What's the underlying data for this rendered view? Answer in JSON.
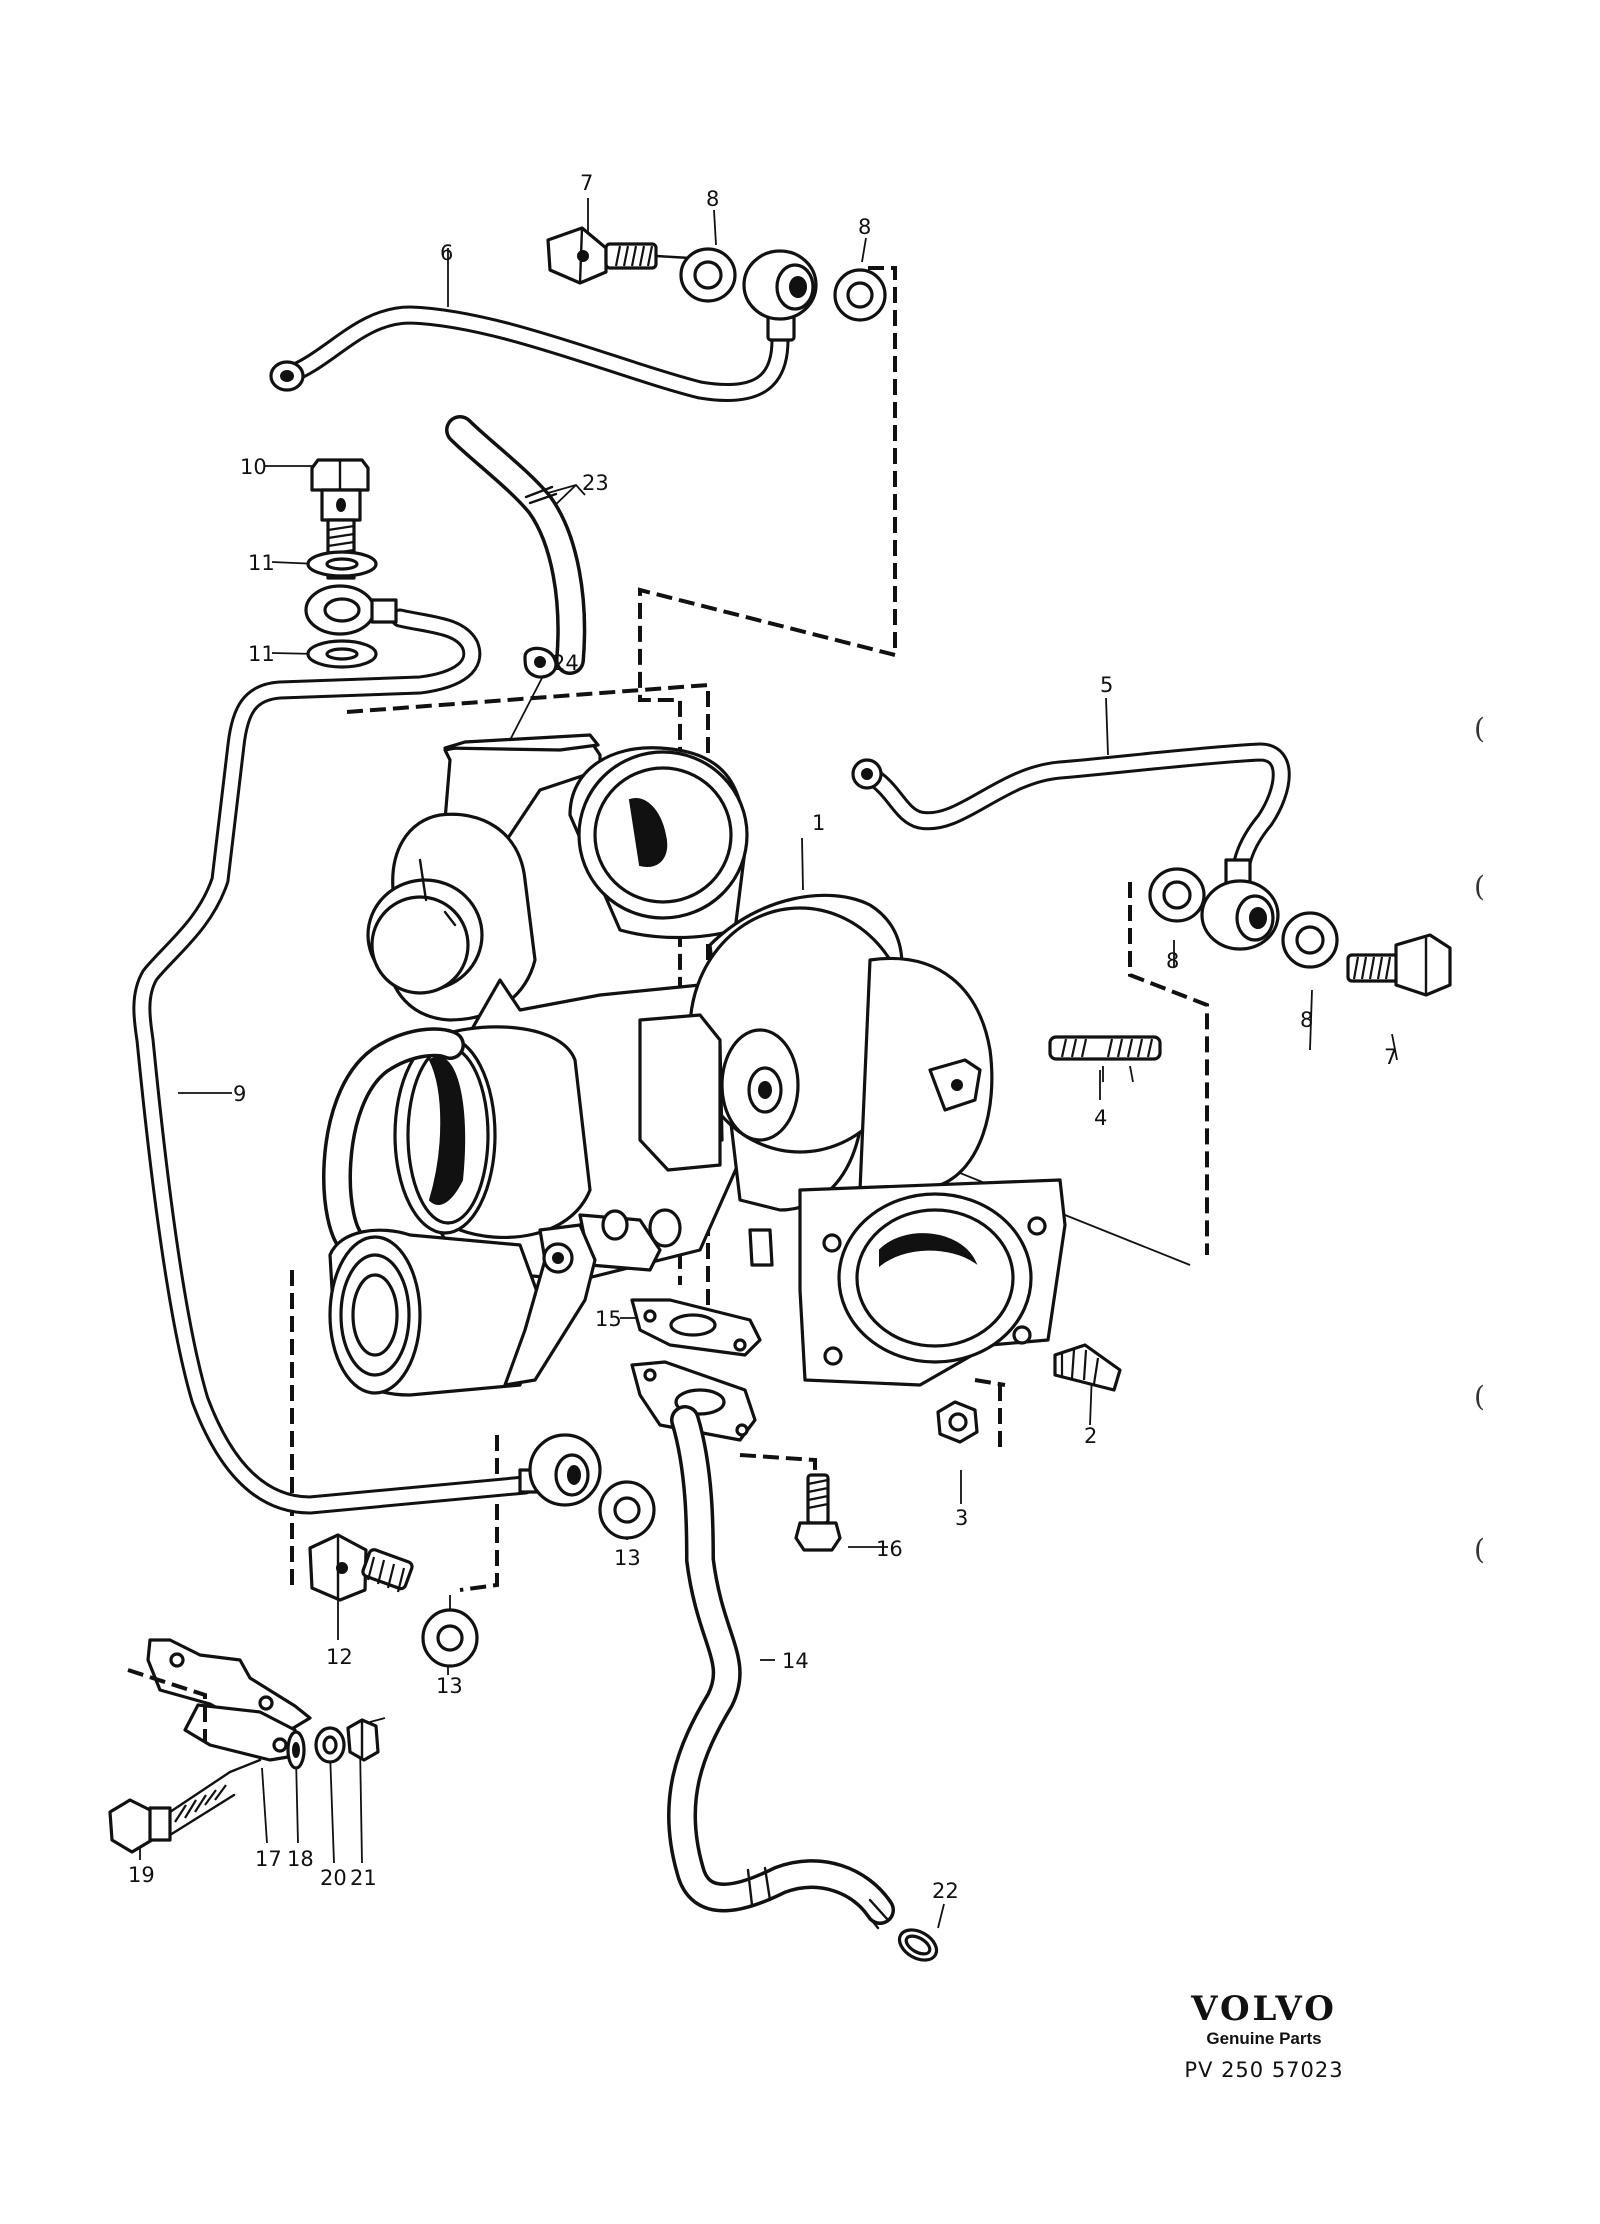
{
  "callouts": {
    "p1": "1",
    "p2": "2",
    "p3": "3",
    "p4": "4",
    "p5": "5",
    "p6": "6",
    "p7a": "7",
    "p7b": "7",
    "p8a": "8",
    "p8b": "8",
    "p8c": "8",
    "p8d": "8",
    "p9": "9",
    "p10": "10",
    "p11a": "11",
    "p11b": "11",
    "p12": "12",
    "p13a": "13",
    "p13b": "13",
    "p14": "14",
    "p15": "15",
    "p16": "16",
    "p17": "17",
    "p18": "18",
    "p19": "19",
    "p20": "20",
    "p21": "21",
    "p22": "22",
    "p23": "23",
    "p24": "24"
  },
  "brand": {
    "logo": "VOLVO",
    "subtitle": "Genuine Parts",
    "code": "PV 250 57023"
  },
  "margin_marks": [
    "(",
    "(",
    "(",
    "("
  ]
}
